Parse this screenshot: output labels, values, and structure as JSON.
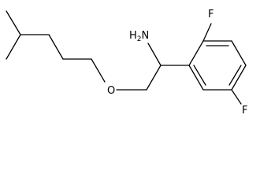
{
  "molecule": {
    "atom_labels": {
      "amine": "H",
      "amine_sub": "2",
      "amine_N": "N",
      "ether_oxygen": "O",
      "fluorine_top": "F",
      "fluorine_bottom": "F"
    }
  }
}
